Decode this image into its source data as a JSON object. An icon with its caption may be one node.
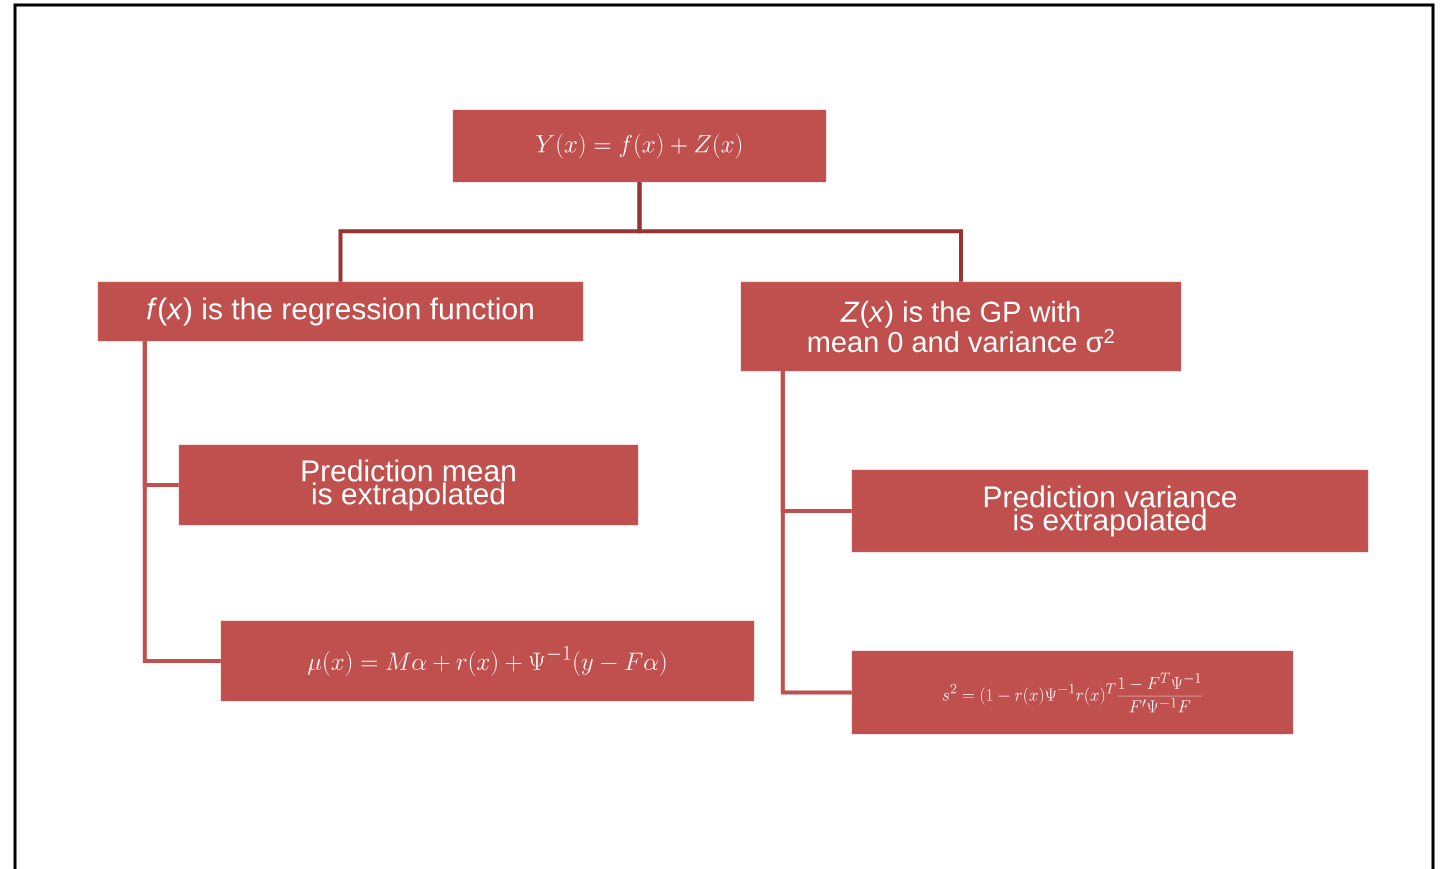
{
  "diagram": {
    "nodes": [
      {
        "text": [
          "Y(x) = f(x) + Z(x)"
        ]
      },
      {
        "text": [
          "*f*(*x*) is the regression function"
        ]
      },
      {
        "text": [
          "*Z*(*x*) is the GP with mean 0 and variance σ$^{2}$"
        ]
      },
      {
        "text": [
          "Prediction mean is extrapolated"
        ]
      },
      {
        "text": [
          "\\mu(x) = M\\alpha + r(x) + \\Psi^{-1}(y - F\\alpha)"
        ]
      },
      {
        "text": [
          "Prediction variance is extrapolated"
        ]
      },
      {
        "text": [
          "s^2 = (1 - r(x)\\Psi^{-1} r(x)^T \\frac{1 - F^T\\Psi^{-1}}{F'\\Psi^{-1}F}"
        ]
      }
    ],
    "edges": [
      {
        "from": 0,
        "to": 1,
        "arrow": "none",
        "color": "#943634"
      },
      {
        "from": 0,
        "to": 2,
        "arrow": "none",
        "color": "#943634"
      },
      {
        "from": 1,
        "to": 3,
        "arrow": "none"
      },
      {
        "from": 1,
        "to": 4,
        "arrow": "none"
      },
      {
        "from": 2,
        "to": 5,
        "arrow": "none"
      },
      {
        "from": 2,
        "to": 6,
        "arrow": "none"
      }
    ]
  }
}
